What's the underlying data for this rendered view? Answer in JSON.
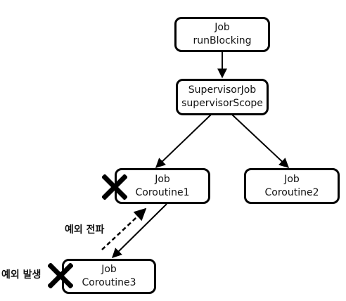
{
  "nodes": {
    "root": {
      "line1": "Job",
      "line2": "runBlocking"
    },
    "supervisor": {
      "line1": "SupervisorJob",
      "line2": "supervisorScope"
    },
    "coroutine1": {
      "line1": "Job",
      "line2": "Coroutine1"
    },
    "coroutine2": {
      "line1": "Job",
      "line2": "Coroutine2"
    },
    "coroutine3": {
      "line1": "Job",
      "line2": "Coroutine3"
    }
  },
  "labels": {
    "propagation": "예외 전파",
    "occurrence": "예외 발생"
  },
  "markers": {
    "failed_icon": "x-mark-icon",
    "color": "#000000"
  }
}
